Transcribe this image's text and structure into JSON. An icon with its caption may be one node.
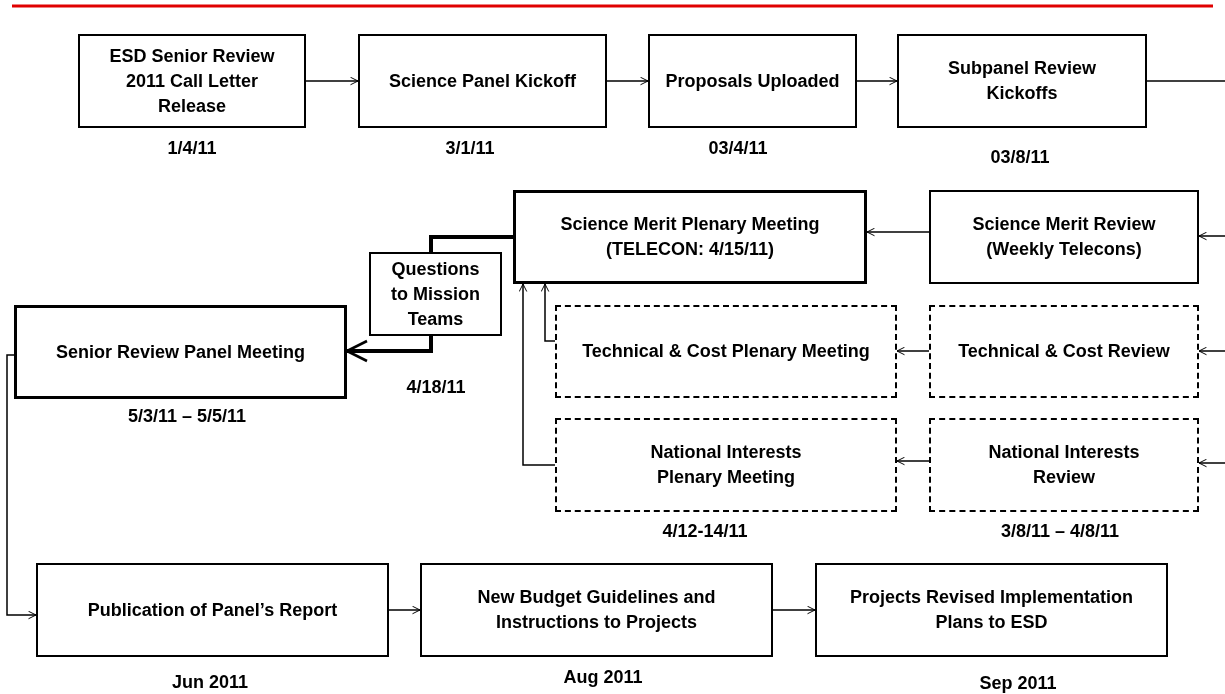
{
  "diagram": {
    "nodes": [
      {
        "text": [
          "ESD Senior Review 2011 Call Letter Release"
        ],
        "beside": [
          "1/4/11"
        ]
      },
      {
        "text": [
          "Science Panel Kickoff"
        ],
        "beside": [
          "3/1/11"
        ]
      },
      {
        "text": [
          "Proposals Uploaded"
        ],
        "beside": [
          "03/4/11"
        ]
      },
      {
        "text": [
          "Subpanel Review Kickoffs"
        ],
        "beside": [
          "03/8/11"
        ]
      },
      {
        "text": [
          "Science Merit Plenary Meeting (TELECON: 4/15/11)"
        ]
      },
      {
        "text": [
          "Science Merit Review (Weekly Telecons)"
        ]
      },
      {
        "text": [
          "Questions to Mission Teams"
        ],
        "beside": [
          "4/18/11"
        ]
      },
      {
        "text": [
          "Senior Review Panel Meeting"
        ],
        "beside": [
          "5/3/11 – 5/5/11"
        ]
      },
      {
        "text": [
          "Technical & Cost Plenary Meeting"
        ]
      },
      {
        "text": [
          "Technical & Cost Review"
        ]
      },
      {
        "text": [
          "National Interests Plenary Meeting"
        ],
        "beside": [
          "4/12-14/11"
        ]
      },
      {
        "text": [
          "National Interests Review"
        ],
        "beside": [
          "3/8/11 – 4/8/11"
        ]
      },
      {
        "text": [
          "Publication of Panel’s Report"
        ],
        "beside": [
          "Jun 2011"
        ]
      },
      {
        "text": [
          "New Budget Guidelines and Instructions to Projects"
        ],
        "beside": [
          "Aug 2011"
        ]
      },
      {
        "text": [
          "Projects Revised Implementation Plans to ESD"
        ],
        "beside": [
          "Sep 2011"
        ]
      }
    ],
    "edges": [
      {
        "from": 0,
        "to": 1,
        "arrow": "to"
      },
      {
        "from": 1,
        "to": 2,
        "arrow": "to"
      },
      {
        "from": 2,
        "to": 3,
        "arrow": "to"
      },
      {
        "from": 3,
        "to": null,
        "arrow": "none"
      },
      {
        "from": null,
        "to": 5,
        "arrow": "to"
      },
      {
        "from": null,
        "to": 9,
        "arrow": "to"
      },
      {
        "from": null,
        "to": 11,
        "arrow": "to"
      },
      {
        "from": 5,
        "to": 4,
        "arrow": "to"
      },
      {
        "from": 9,
        "to": 8,
        "arrow": "to"
      },
      {
        "from": 11,
        "to": 10,
        "arrow": "to"
      },
      {
        "from": 8,
        "to": 4,
        "arrow": "to"
      },
      {
        "from": 10,
        "to": 4,
        "arrow": "to"
      },
      {
        "from": 4,
        "to": 6,
        "arrow": "none",
        "style": "thick"
      },
      {
        "from": 6,
        "to": 7,
        "arrow": "to",
        "style": "thick"
      },
      {
        "from": 7,
        "to": 12,
        "arrow": "to"
      },
      {
        "from": 12,
        "to": 13,
        "arrow": "to"
      },
      {
        "from": 13,
        "to": 14,
        "arrow": "to"
      }
    ]
  }
}
